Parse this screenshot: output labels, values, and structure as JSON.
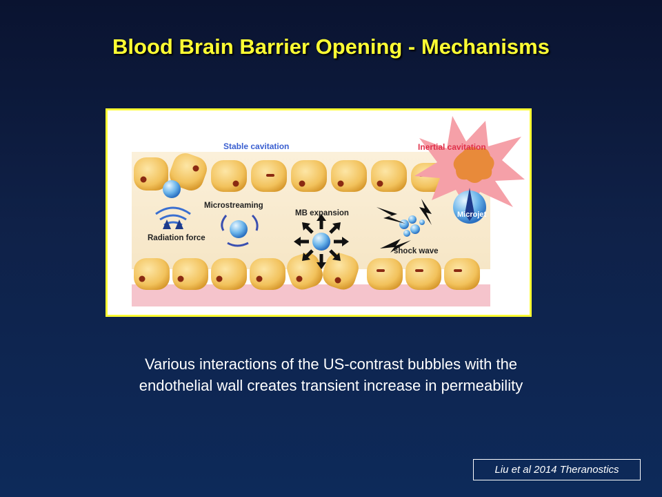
{
  "slide": {
    "title": "Blood Brain Barrier Opening - Mechanisms",
    "caption_line1": "Various interactions of the US-contrast bubbles with the",
    "caption_line2": "endothelial wall creates transient increase in permeability",
    "citation": "Liu et al 2014 Theranostics"
  },
  "figure": {
    "labels": {
      "stable_cavitation": "Stable  cavitation",
      "inertial_cavitation": "Inertial  cavitation",
      "microstreaming": "Microstreaming",
      "radiation_force": "Radiation force",
      "mb_expansion": "MB expansion",
      "microjet": "Microjet",
      "shock_wave": "shock wave"
    },
    "colors": {
      "title": "#ffff33",
      "cell": "#f2c25c",
      "nucleus": "#8a2a12",
      "stable_label": "#3a5fd0",
      "inertial_label": "#e0304a",
      "burst": "#f5a0a8",
      "membrane": "#f5c4cc"
    }
  }
}
